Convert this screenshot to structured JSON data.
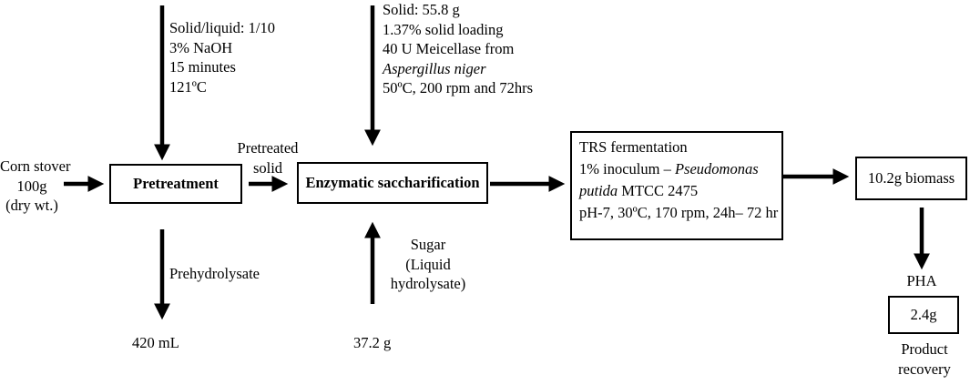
{
  "pretreatment_conditions": {
    "line1": "Solid/liquid: 1/10",
    "line2": "3% NaOH",
    "line3": "15 minutes",
    "line4": "121ºC"
  },
  "enzymatic_conditions": {
    "line1": "Solid: 55.8 g",
    "line2": "1.37% solid loading",
    "line3": "40 U Meicellase from",
    "line4": "Aspergillus niger",
    "line5": "50ºC, 200 rpm and 72hrs"
  },
  "input": {
    "line1": "Corn stover",
    "line2": "100g",
    "line3": "(dry wt.)"
  },
  "pretreatment_box": "Pretreatment",
  "pretreated_solid": {
    "line1": "Pretreated",
    "line2": "solid"
  },
  "enzymatic_box": "Enzymatic saccharification",
  "fermentation_box": {
    "line1": "TRS fermentation",
    "line2a": "1% inoculum – ",
    "line2b": "Pseudomonas",
    "line3a": "putida",
    "line3b": " MTCC 2475",
    "line4": "pH-7, 30ºC, 170 rpm, 24h– 72 hr"
  },
  "biomass_box": "10.2g biomass",
  "prehydrolysate_label": "Prehydrolysate",
  "prehydrolysate_volume": "420 mL",
  "sugar_label": {
    "line1": "Sugar",
    "line2": "(Liquid",
    "line3": "hydrolysate)"
  },
  "sugar_amount": "37.2 g",
  "pha_label": "PHA",
  "pha_box": "2.4g",
  "product_recovery": {
    "line1": "Product",
    "line2": "recovery"
  }
}
